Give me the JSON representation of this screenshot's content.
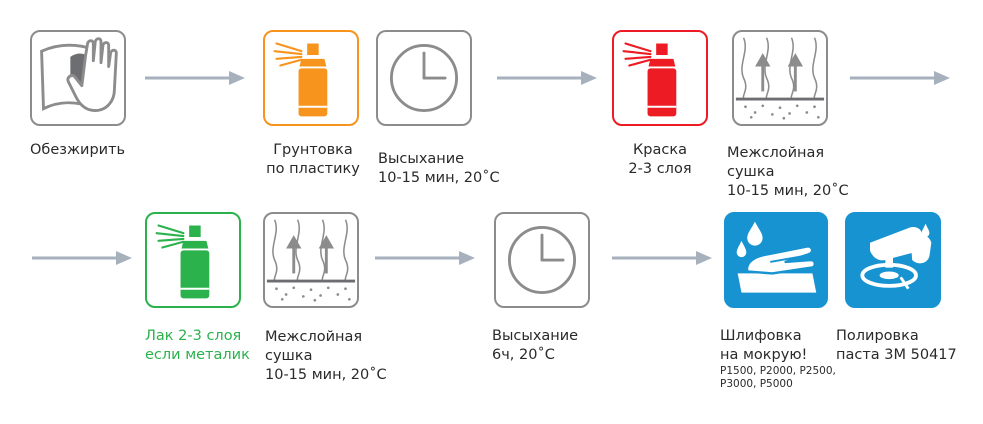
{
  "colors": {
    "gray": "#8c8c8c",
    "orange": "#f7941d",
    "red": "#ed1c24",
    "green": "#2bb24c",
    "blue": "#1793d1",
    "arrow": "#a7b1bd"
  },
  "steps": [
    {
      "icon": "degrease-cloth-icon",
      "lines": [
        "Обезжирить"
      ]
    },
    {
      "icon": "spray-can-orange-icon",
      "lines": [
        "Грунтовка",
        "по пластику"
      ]
    },
    {
      "icon": "clock-icon",
      "lines": [
        "Высыхание",
        "10-15 мин, 20˚C"
      ]
    },
    {
      "icon": "spray-can-red-icon",
      "lines": [
        "Краска",
        "2-3 слоя"
      ]
    },
    {
      "icon": "interlayer-drying-icon",
      "lines": [
        "Межслойная",
        "сушка",
        "10-15 мин, 20˚C"
      ]
    },
    {
      "icon": "spray-can-green-icon",
      "lines": [
        "Лак 2-3 слоя",
        "если металик"
      ]
    },
    {
      "icon": "interlayer-drying-icon",
      "lines": [
        "Межслойная",
        "сушка",
        "10-15 мин, 20˚C"
      ]
    },
    {
      "icon": "clock-icon",
      "lines": [
        "Высыхание",
        "6ч, 20˚C"
      ]
    },
    {
      "icon": "wet-sanding-icon",
      "lines": [
        "Шлифовка",
        "на мокрую!"
      ],
      "grits": [
        "P1500, P2000, P2500,",
        "P3000, P5000"
      ]
    },
    {
      "icon": "polishing-icon",
      "lines": [
        "Полировка",
        "паста 3M 50417"
      ]
    }
  ]
}
